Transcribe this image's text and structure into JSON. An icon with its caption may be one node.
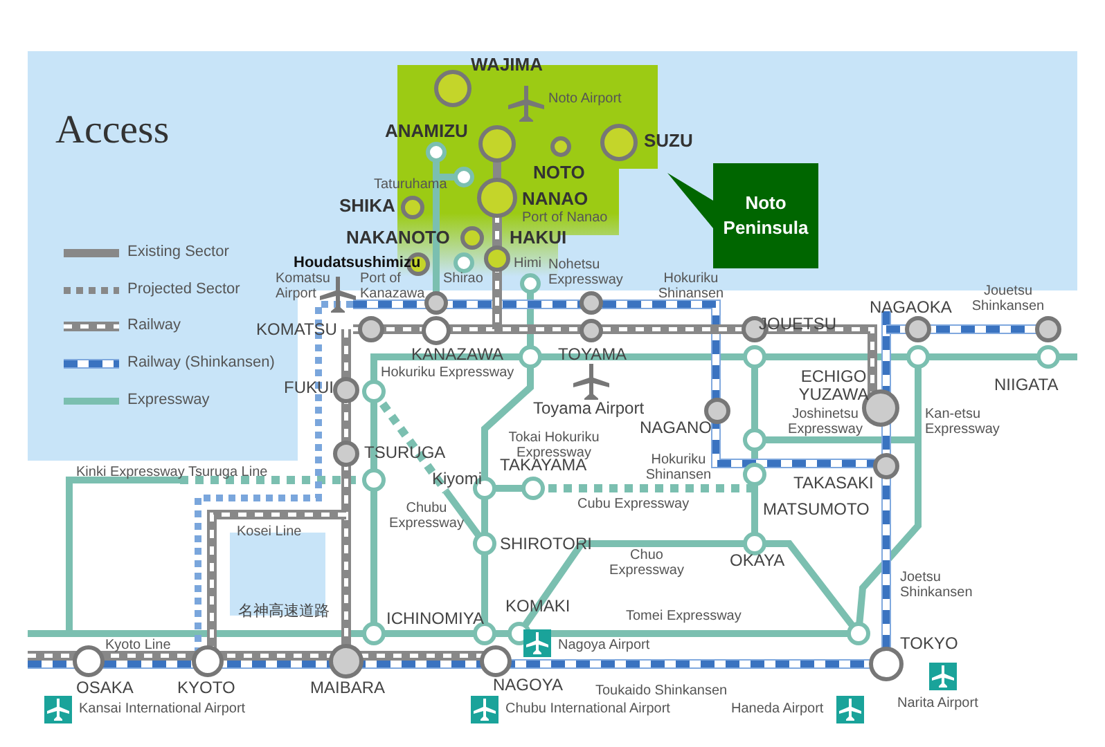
{
  "diagram": {
    "title": "Access",
    "nodes": [
      {
        "text": [
          "Noto Peninsula"
        ]
      }
    ],
    "edges": [],
    "labels": [
      "WAJIMA",
      "Noto Airport",
      "ANAMIZU",
      "SUZU",
      "NOTO",
      "Taturuhama",
      "SHIKA",
      "NANAO",
      "Port of Nanao",
      "NAKANOTO",
      "HAKUI",
      "Houdatsushimizu",
      "Komatsu Airport",
      "Port of Kanazawa",
      "Shirao",
      "Himi",
      "Nohetsu Expressway",
      "Hokuriku Shinansen",
      "JOUETSU",
      "NAGAOKA",
      "Jouetsu Shinkansen",
      "KOMATSU",
      "KANAZAWA",
      "TOYAMA",
      "FUKUI",
      "Hokuriku Expressway",
      "ECHIGO YUZAWA",
      "NIIGATA",
      "Toyama Airport",
      "Joshinetsu Expressway",
      "Kan-etsu Expressway",
      "Tokai Hokuriku Expressway",
      "NAGANO",
      "TSURUGA",
      "Hokuriku Shinansen",
      "Kinki Expressway Tsuruga Line",
      "Kiyomi",
      "TAKAYAMA",
      "TAKASAKI",
      "Cubu Expressway",
      "MATSUMOTO",
      "Chubu Expressway",
      "Kosei Line",
      "SHIROTORI",
      "Chuo Expressway",
      "OKAYA",
      "Joetsu Shinkansen",
      "名神高速道路",
      "ICHINOMIYA",
      "KOMAKI",
      "Tomei Expressway",
      "Kyoto Line",
      "Nagoya Airport",
      "TOKYO",
      "OSAKA",
      "KYOTO",
      "MAIBARA",
      "NAGOYA",
      "Toukaido Shinkansen",
      "Narita Airport",
      "Kansai International Airport",
      "Chubu International Airport",
      "Haneda Airport"
    ],
    "legend": [
      {
        "text": "Existing Sector"
      },
      {
        "text": "Projected Sector"
      },
      {
        "text": "Railway"
      },
      {
        "text": "Railway (Shinkansen)"
      },
      {
        "text": "Expressway"
      }
    ]
  }
}
